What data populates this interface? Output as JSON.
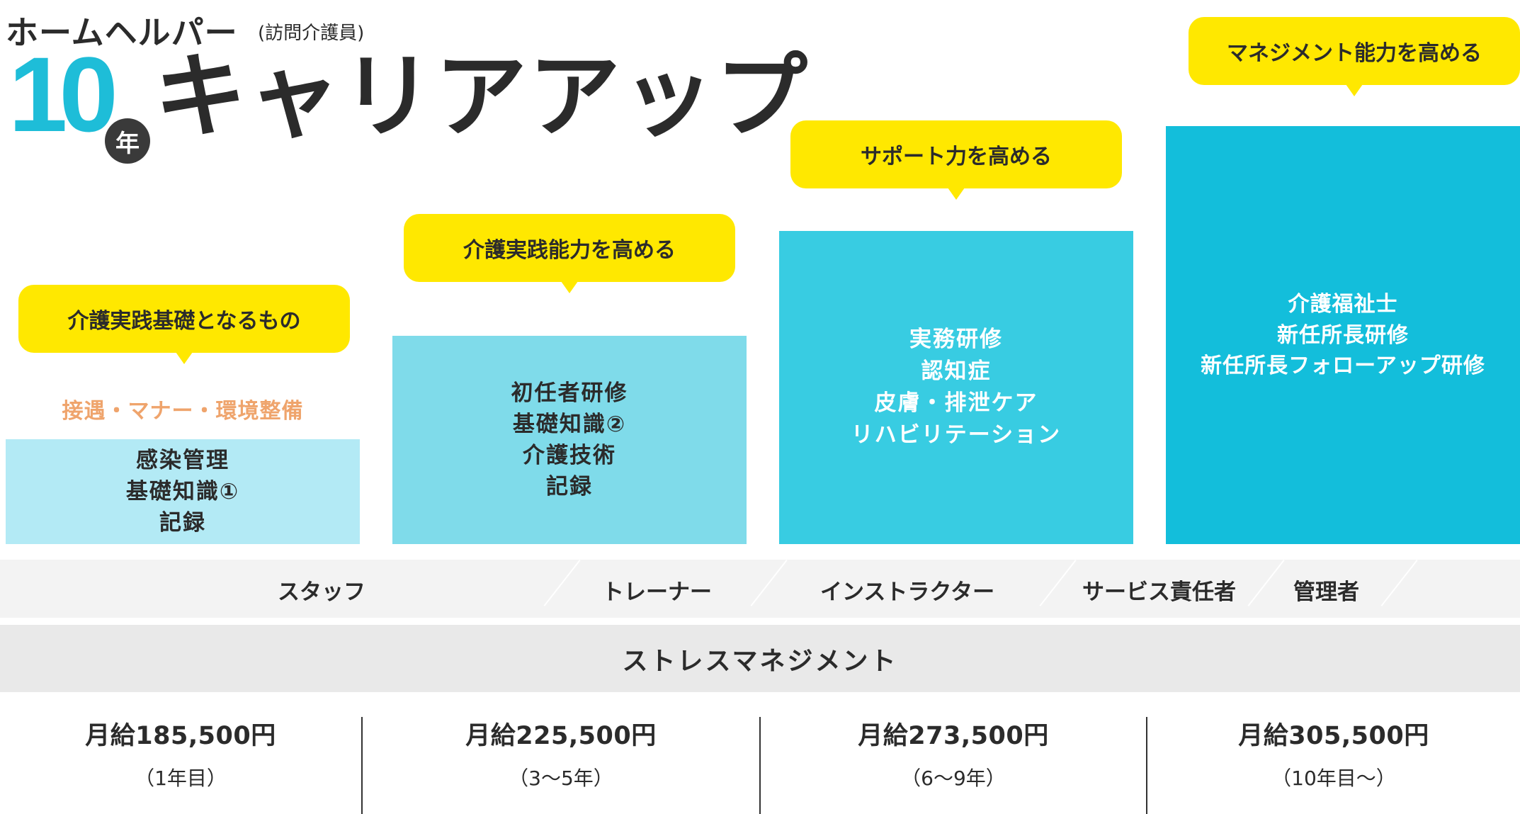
{
  "header": {
    "role_title": "ホームヘルパー",
    "role_subtitle": "(訪問介護員)",
    "years_number": "10",
    "years_unit": "年",
    "career_title": "キャリアアップ"
  },
  "stages": [
    {
      "bubble": "介護実践基礎となるもの",
      "pre_text": "接遇・マナー・環境整備",
      "training": [
        "感染管理",
        "基礎知識①",
        "記録"
      ],
      "color": "#b3eaf5"
    },
    {
      "bubble": "介護実践能力を高める",
      "training": [
        "初任者研修",
        "基礎知識②",
        "介護技術",
        "記録"
      ],
      "color": "#7fdbea"
    },
    {
      "bubble": "サポート力を高める",
      "training": [
        "実務研修",
        "認知症",
        "皮膚・排泄ケア",
        "リハビリテーション"
      ],
      "color": "#38cce2"
    },
    {
      "bubble": "マネジメント能力を高める",
      "training": [
        "介護福祉士",
        "新任所長研修",
        "新任所長フォローアップ研修"
      ],
      "color": "#13bedb"
    }
  ],
  "roles": [
    "スタッフ",
    "トレーナー",
    "インストラクター",
    "サービス責任者",
    "管理者"
  ],
  "stress_management": "ストレスマネジメント",
  "salaries": [
    {
      "amount": "月給185,500円",
      "period": "（1年目）"
    },
    {
      "amount": "月給225,500円",
      "period": "（3〜5年）"
    },
    {
      "amount": "月給273,500円",
      "period": "（6〜9年）"
    },
    {
      "amount": "月給305,500円",
      "period": "（10年目〜）"
    }
  ],
  "colors": {
    "accent_cyan": "#1ebdd8",
    "bubble_yellow": "#ffe800",
    "pre_text_orange": "#efa46c",
    "band_gray": "#f3f3f3",
    "stress_gray": "#e9e9e9"
  }
}
